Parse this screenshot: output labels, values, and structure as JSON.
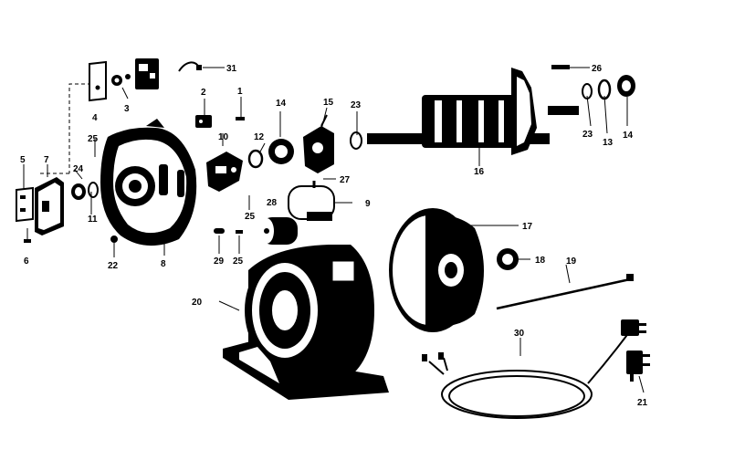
{
  "diagram": {
    "callouts": [
      {
        "id": "label-1",
        "text": "1"
      },
      {
        "id": "label-2",
        "text": "2"
      },
      {
        "id": "label-3",
        "text": "3"
      },
      {
        "id": "label-4",
        "text": "4"
      },
      {
        "id": "label-5",
        "text": "5"
      },
      {
        "id": "label-6",
        "text": "6"
      },
      {
        "id": "label-7",
        "text": "7"
      },
      {
        "id": "label-8",
        "text": "8"
      },
      {
        "id": "label-9",
        "text": "9"
      },
      {
        "id": "label-10",
        "text": "10"
      },
      {
        "id": "label-11",
        "text": "11"
      },
      {
        "id": "label-12",
        "text": "12"
      },
      {
        "id": "label-13",
        "text": "13"
      },
      {
        "id": "label-14a",
        "text": "14"
      },
      {
        "id": "label-14b",
        "text": "14"
      },
      {
        "id": "label-15",
        "text": "15"
      },
      {
        "id": "label-16",
        "text": "16"
      },
      {
        "id": "label-17",
        "text": "17"
      },
      {
        "id": "label-18",
        "text": "18"
      },
      {
        "id": "label-19",
        "text": "19"
      },
      {
        "id": "label-20",
        "text": "20"
      },
      {
        "id": "label-21",
        "text": "21"
      },
      {
        "id": "label-22",
        "text": "22"
      },
      {
        "id": "label-23a",
        "text": "23"
      },
      {
        "id": "label-23b",
        "text": "23"
      },
      {
        "id": "label-24",
        "text": "24"
      },
      {
        "id": "label-25a",
        "text": "25"
      },
      {
        "id": "label-25b",
        "text": "25"
      },
      {
        "id": "label-25c",
        "text": "25"
      },
      {
        "id": "label-26",
        "text": "26"
      },
      {
        "id": "label-27",
        "text": "27"
      },
      {
        "id": "label-28",
        "text": "28"
      },
      {
        "id": "label-29",
        "text": "29"
      },
      {
        "id": "label-30",
        "text": "30"
      },
      {
        "id": "label-31",
        "text": "31"
      }
    ]
  }
}
